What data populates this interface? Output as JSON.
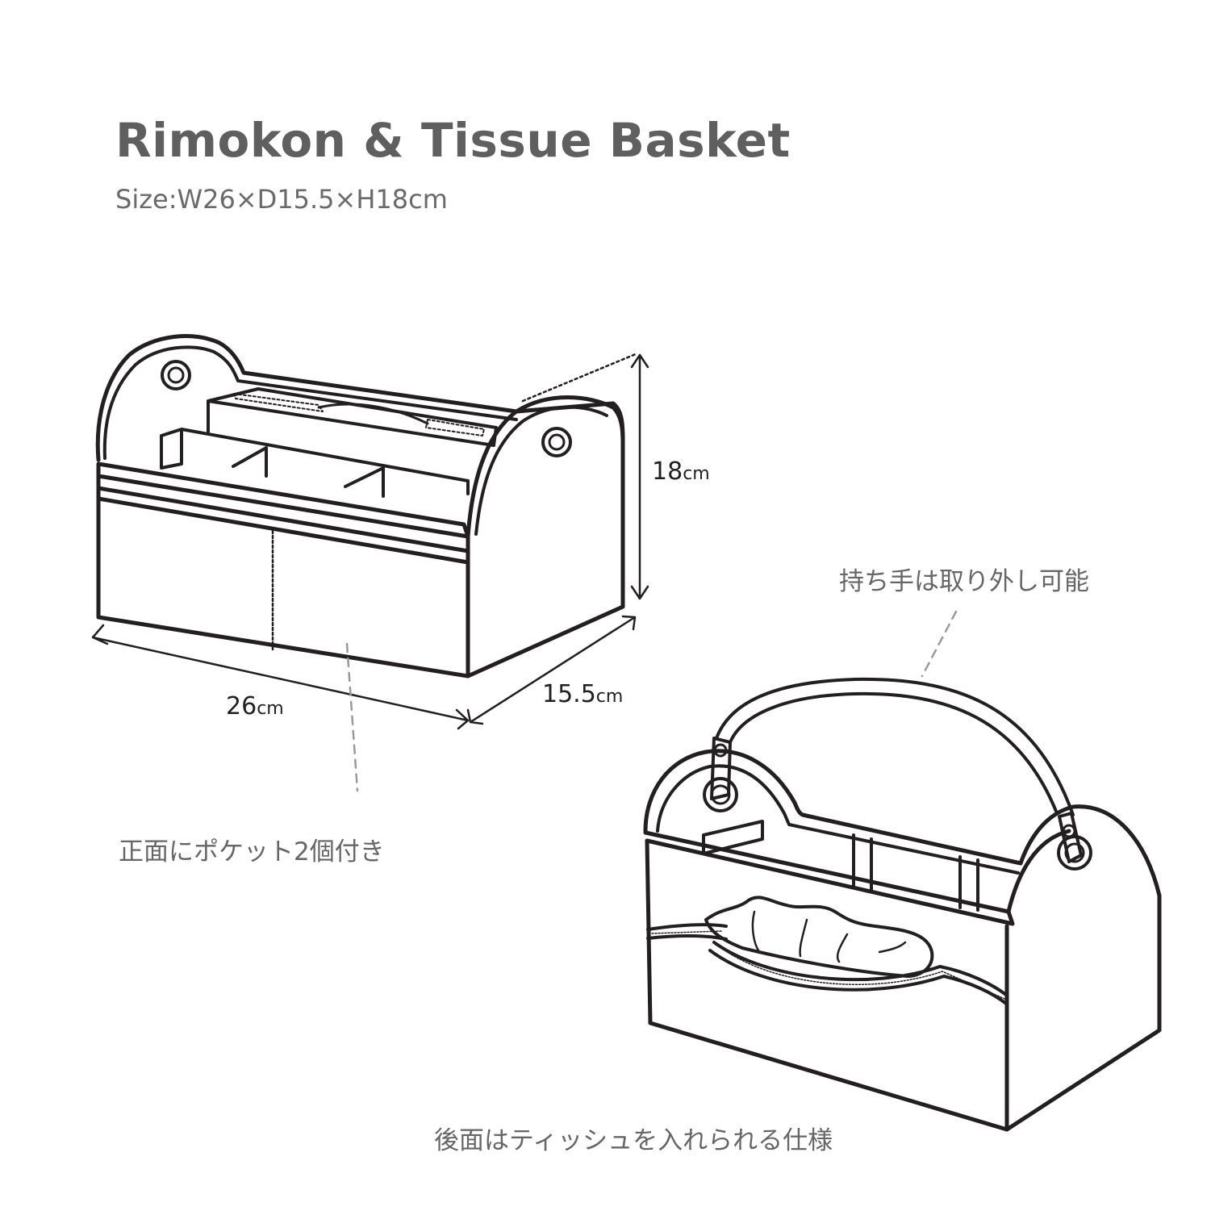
{
  "header": {
    "title": "Rimokon & Tissue Basket",
    "size_line": "Size:W26×D15.5×H18cm"
  },
  "dimensions": {
    "height": {
      "value": "18",
      "unit": "cm"
    },
    "width": {
      "value": "26",
      "unit": "cm"
    },
    "depth": {
      "value": "15.5",
      "unit": "cm"
    }
  },
  "callouts": {
    "front_pockets": "正面にポケット2個付き",
    "removable_handle": "持ち手は取り外し可能",
    "back_tissue": "後面はティッシュを入れられる仕様"
  },
  "illustrations": {
    "front_view": "front-basket-illustration",
    "back_view": "back-basket-illustration"
  },
  "colors": {
    "line": "#231f20",
    "text": "#666666",
    "title": "#5f5f5f",
    "leader": "#9a9a9a"
  }
}
